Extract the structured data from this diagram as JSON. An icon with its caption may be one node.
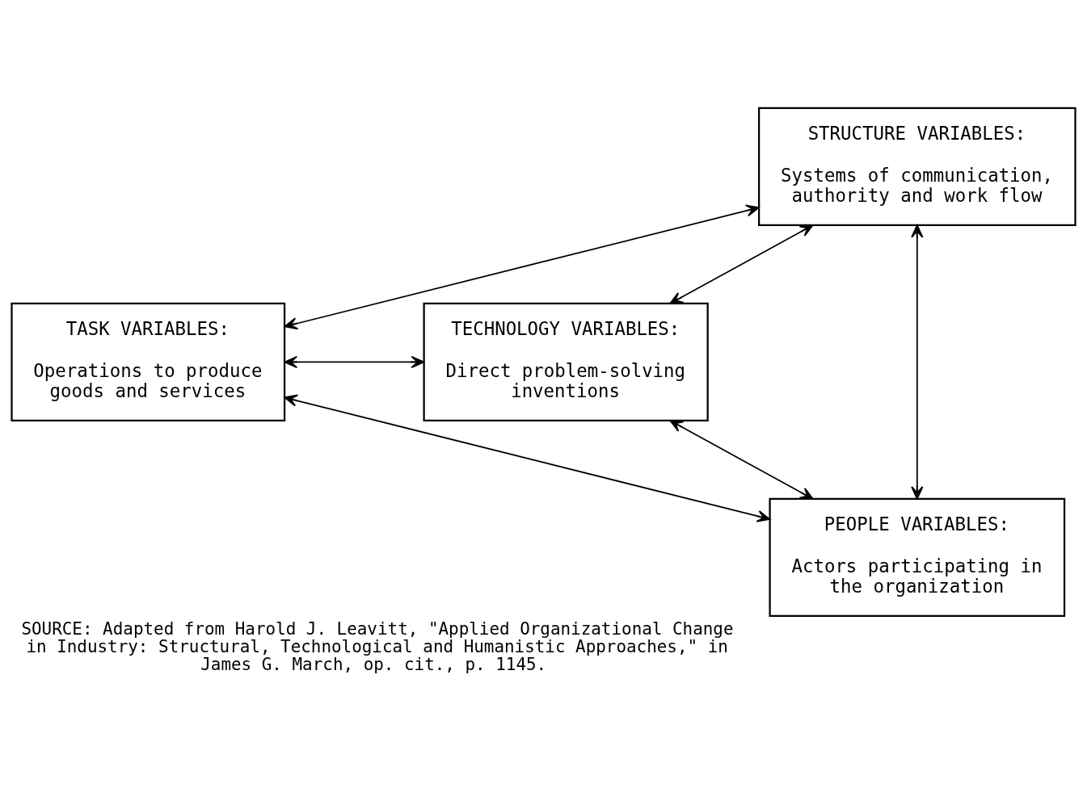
{
  "diagram": {
    "caption": "SOURCE: Adapted from Harold J. Leavitt, \"Applied Organizational Change in Industry: Structural, Technological and Humanistic Approaches,\" in James G. March, op. cit., p. 1145.",
    "nodes": [
      {
        "text": [
          "STRUCTURE VARIABLES:",
          "Systems of communication, authority and work flow"
        ]
      },
      {
        "text": [
          "TASK VARIABLES:",
          "Operations to produce goods and services"
        ]
      },
      {
        "text": [
          "TECHNOLOGY VARIABLES:",
          "Direct problem-solving inventions"
        ]
      },
      {
        "text": [
          "PEOPLE VARIABLES:",
          "Actors participating in the organization"
        ]
      }
    ],
    "edges": [
      {
        "from": 0,
        "to": 1,
        "arrow": "both"
      },
      {
        "from": 0,
        "to": 2,
        "arrow": "both"
      },
      {
        "from": 1,
        "to": 2,
        "arrow": "both"
      },
      {
        "from": 0,
        "to": 3,
        "arrow": "both"
      },
      {
        "from": 1,
        "to": 3,
        "arrow": "both"
      },
      {
        "from": 2,
        "to": 3,
        "arrow": "both"
      }
    ]
  }
}
